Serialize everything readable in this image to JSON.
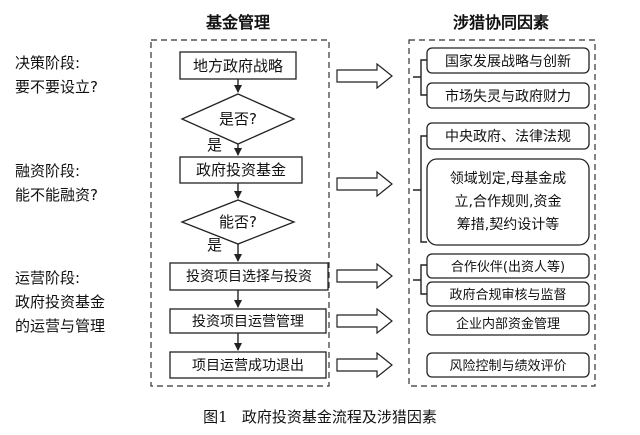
{
  "headers": {
    "left": "基金管理",
    "right": "涉猎协同因素"
  },
  "stages": {
    "decision": {
      "line1": "决策阶段:",
      "line2": "要不要设立?"
    },
    "financing": {
      "line1": "融资阶段:",
      "line2": "能不能融资?"
    },
    "operation": {
      "line1": "运营阶段:",
      "line2": "政府投资基金",
      "line3": "的运营与管理"
    }
  },
  "flow": {
    "step1": "地方政府战略",
    "decision1": "是否?",
    "yes1": "是",
    "step2": "政府投资基金",
    "decision2": "能否?",
    "yes2": "是",
    "step3": "投资项目选择与投资",
    "step4": "投资项目运营管理",
    "step5": "项目运营成功退出"
  },
  "factors": {
    "f1": "国家发展战略与创新",
    "f2": "市场失灵与政府财力",
    "f3": "中央政府、法律法规",
    "f4": [
      "领域划定,母基金成",
      "立,合作规则,资金",
      "筹措,契约设计等"
    ],
    "f5": "合作伙伴(出资人等)",
    "f6": "政府合规审核与监督",
    "f7": "企业内部资金管理",
    "f8": "风险控制与绩效评价"
  },
  "caption": "图1   政府投资基金流程及涉猎因素"
}
